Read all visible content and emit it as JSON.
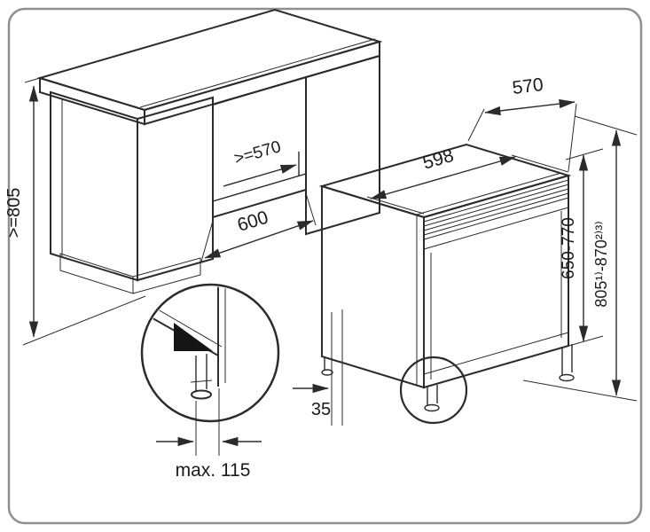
{
  "diagram": {
    "kind": "built-under appliance installation drawing",
    "colors": {
      "line": "#2b2b2b",
      "border": "#8f8f8f",
      "fill_light": "#ededed",
      "fill_mid": "#dadada",
      "fill_shadow": "#a6a6a6"
    },
    "labels": {
      "counter_min_height": ">=805",
      "niche_min_depth": ">=570",
      "niche_width": "600",
      "appliance_top_depth": "570",
      "appliance_width": "598",
      "height_range_inner": "650-770",
      "height_range_outer": "805¹⁾-870²⁾³⁾",
      "bottom_offset": "35",
      "foot_detail_max": "max. 115"
    }
  }
}
